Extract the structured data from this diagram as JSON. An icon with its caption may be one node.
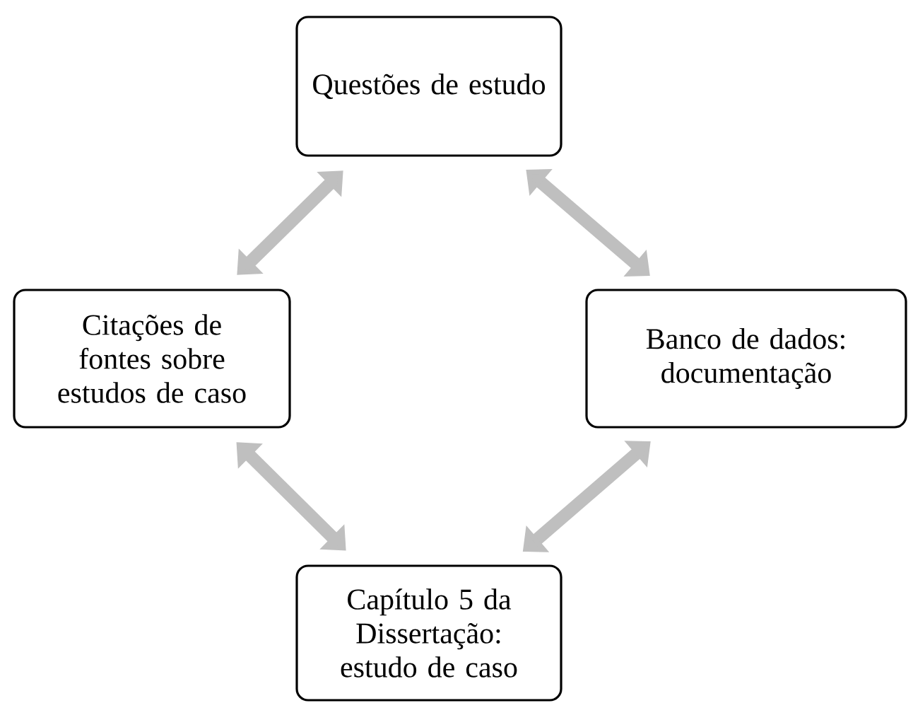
{
  "diagram": {
    "nodes": [
      {
        "text": [
          "Questões de estudo"
        ]
      },
      {
        "text": [
          "Citações de fontes sobre estudos de caso"
        ]
      },
      {
        "text": [
          "Banco de dados: documentação"
        ]
      },
      {
        "text": [
          "Capítulo 5 da Dissertação: estudo de caso"
        ]
      }
    ],
    "edges": [
      {
        "from": 0,
        "to": 1,
        "arrow": "both"
      },
      {
        "from": 0,
        "to": 2,
        "arrow": "both"
      },
      {
        "from": 1,
        "to": 3,
        "arrow": "both"
      },
      {
        "from": 2,
        "to": 3,
        "arrow": "both"
      }
    ]
  }
}
